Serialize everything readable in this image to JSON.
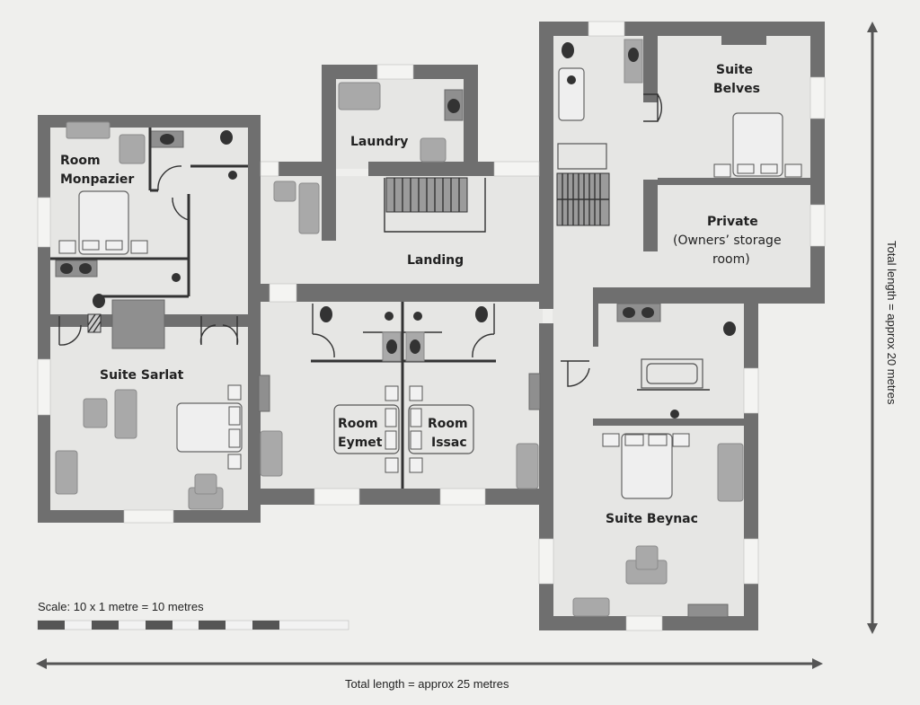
{
  "diagram": {
    "type": "floor-plan",
    "rooms": [
      {
        "id": "monpazier",
        "line1": "Room",
        "line2": "Monpazier"
      },
      {
        "id": "laundry",
        "line1": "Laundry"
      },
      {
        "id": "landing",
        "line1": "Landing"
      },
      {
        "id": "belves",
        "line1": "Suite",
        "line2": "Belves"
      },
      {
        "id": "private",
        "line1": "Private",
        "line2": "(Owners’ storage",
        "line3": "room)"
      },
      {
        "id": "sarlat",
        "line1": "Suite Sarlat"
      },
      {
        "id": "eymet",
        "line1": "Room",
        "line2": "Eymet"
      },
      {
        "id": "issac",
        "line1": "Room",
        "line2": "Issac"
      },
      {
        "id": "beynac",
        "line1": "Suite Beynac"
      }
    ],
    "scale": {
      "label": "Scale: 10 x 1 metre = 10 metres",
      "segments": 10
    },
    "dimensions": {
      "horizontal": "Total length = approx 25 metres",
      "vertical": "Total length = approx 20 metres"
    },
    "colors": {
      "wall": "#6f6f6f",
      "floor": "#e6e6e4",
      "furniture": "#a9a9a9",
      "background": "#efefed"
    }
  }
}
